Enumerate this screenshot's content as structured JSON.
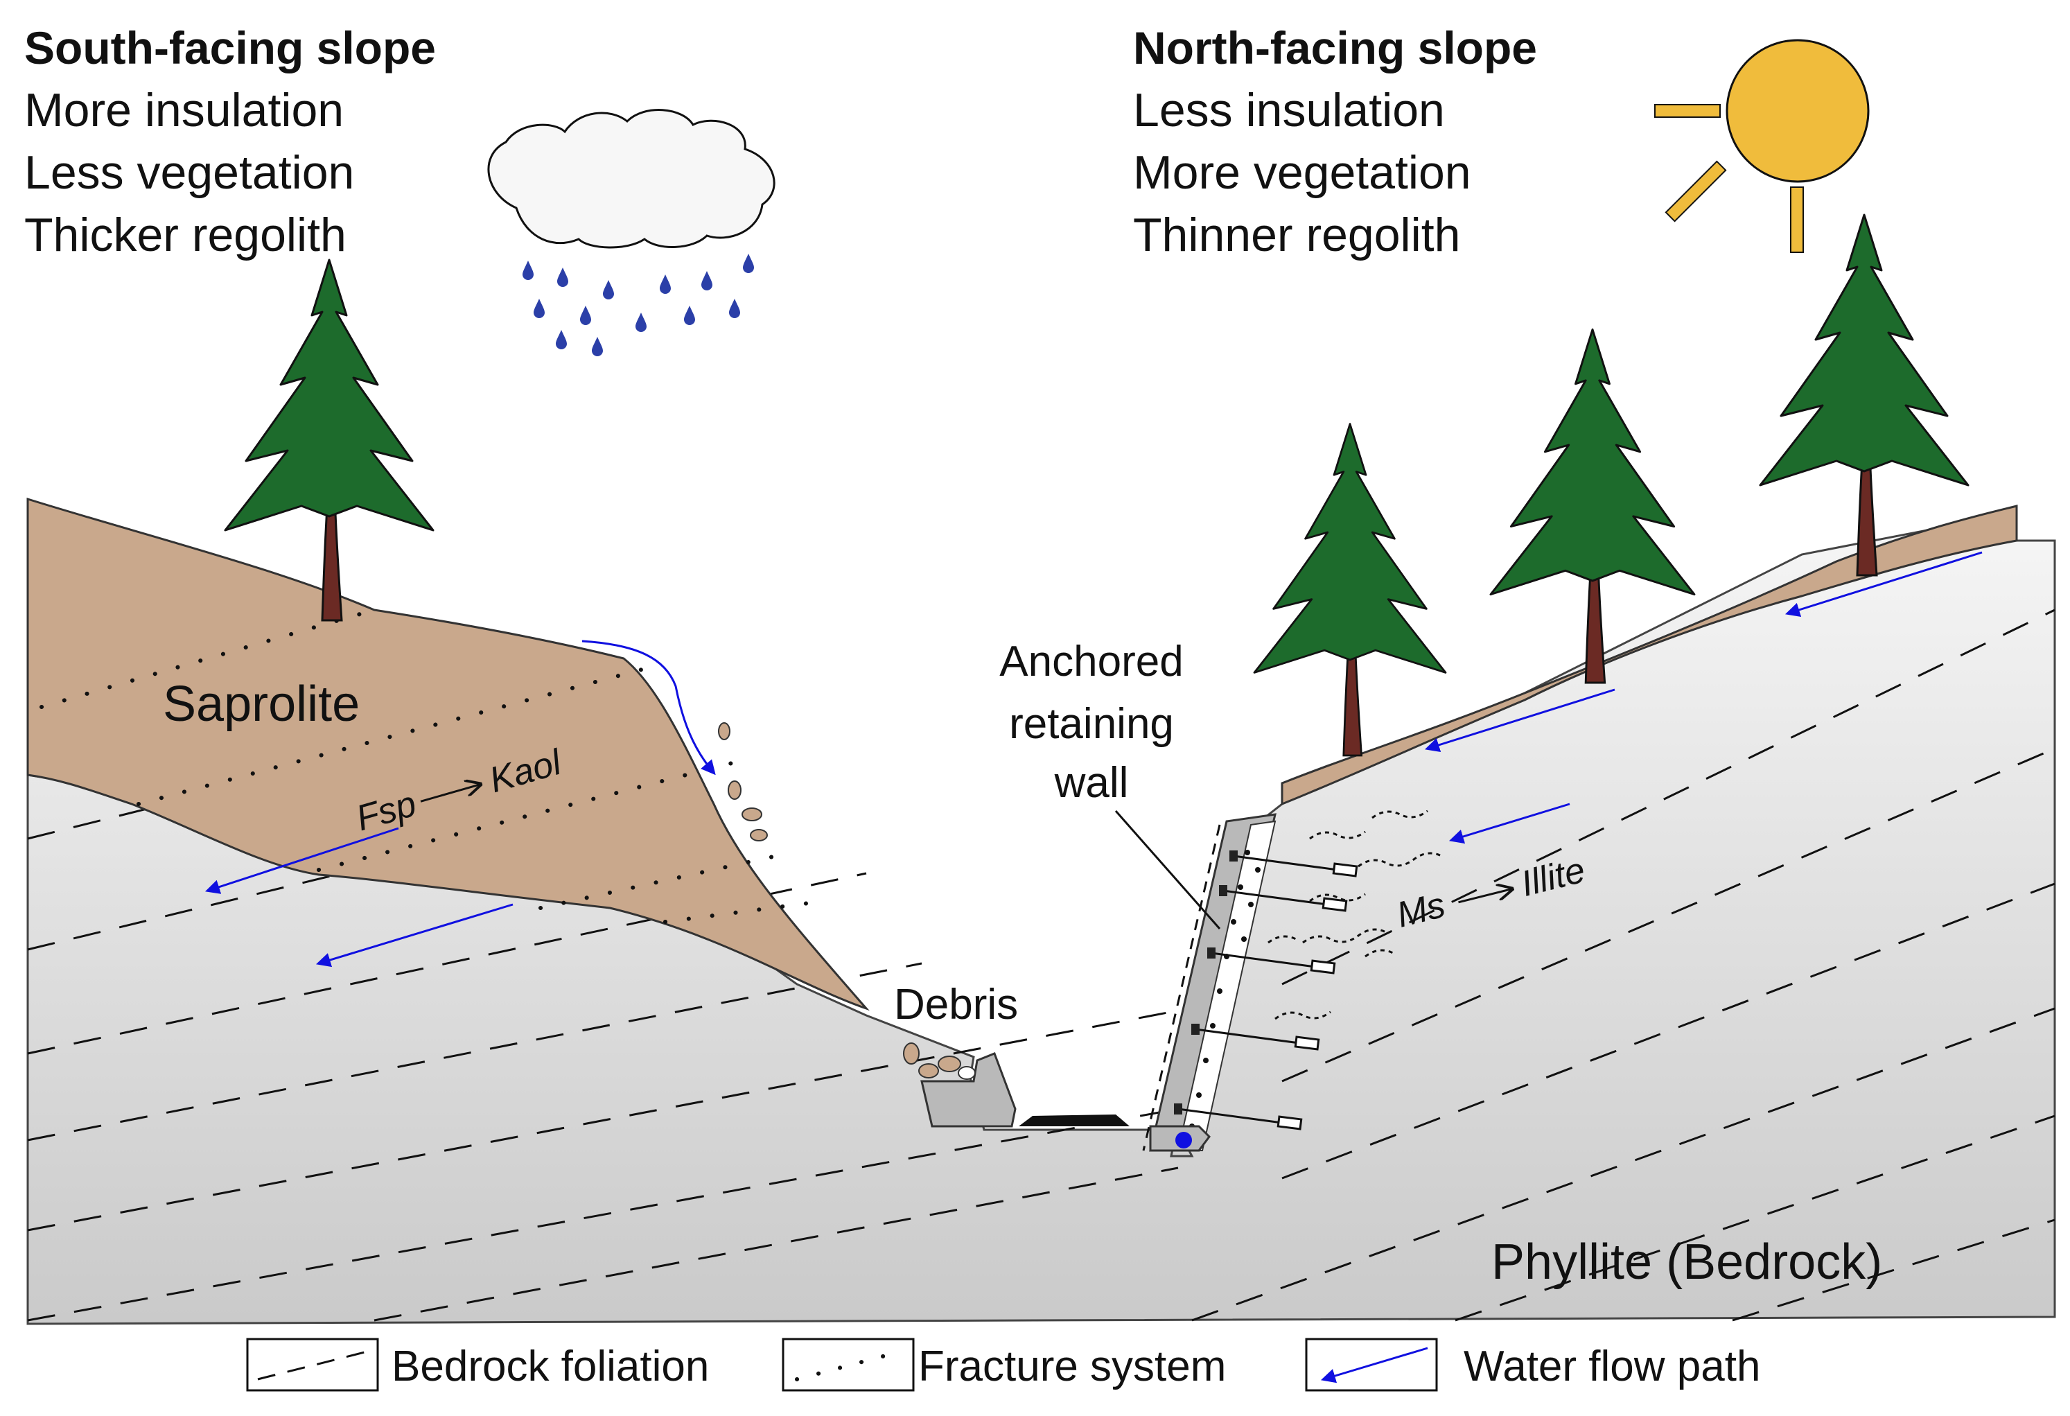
{
  "left_slope": {
    "heading": "South-facing slope",
    "lines": [
      "More insulation",
      "Less vegetation",
      "Thicker regolith"
    ]
  },
  "right_slope": {
    "heading": "North-facing slope",
    "lines": [
      "Less insulation",
      "More vegetation",
      "Thinner regolith"
    ]
  },
  "labels": {
    "saprolite": "Saprolite",
    "fsp": "Fsp",
    "kaol": "Kaol",
    "ms": "Ms",
    "illite": "Illite",
    "anchored_wall": [
      "Anchored",
      "retaining",
      "wall"
    ],
    "debris": "Debris",
    "bedrock": "Phyllite (Bedrock)"
  },
  "legend": {
    "foliation": "Bedrock foliation",
    "fracture": "Fracture system",
    "water": "Water flow path"
  },
  "colors": {
    "saprolite": "#c9a88c",
    "tree_green": "#1d6b2c",
    "trunk": "#6b2a24",
    "sun": "#f0bc3c",
    "water_arrow": "#1010e0",
    "rain": "#2b3fa8",
    "wall": "#b9b9b9"
  }
}
